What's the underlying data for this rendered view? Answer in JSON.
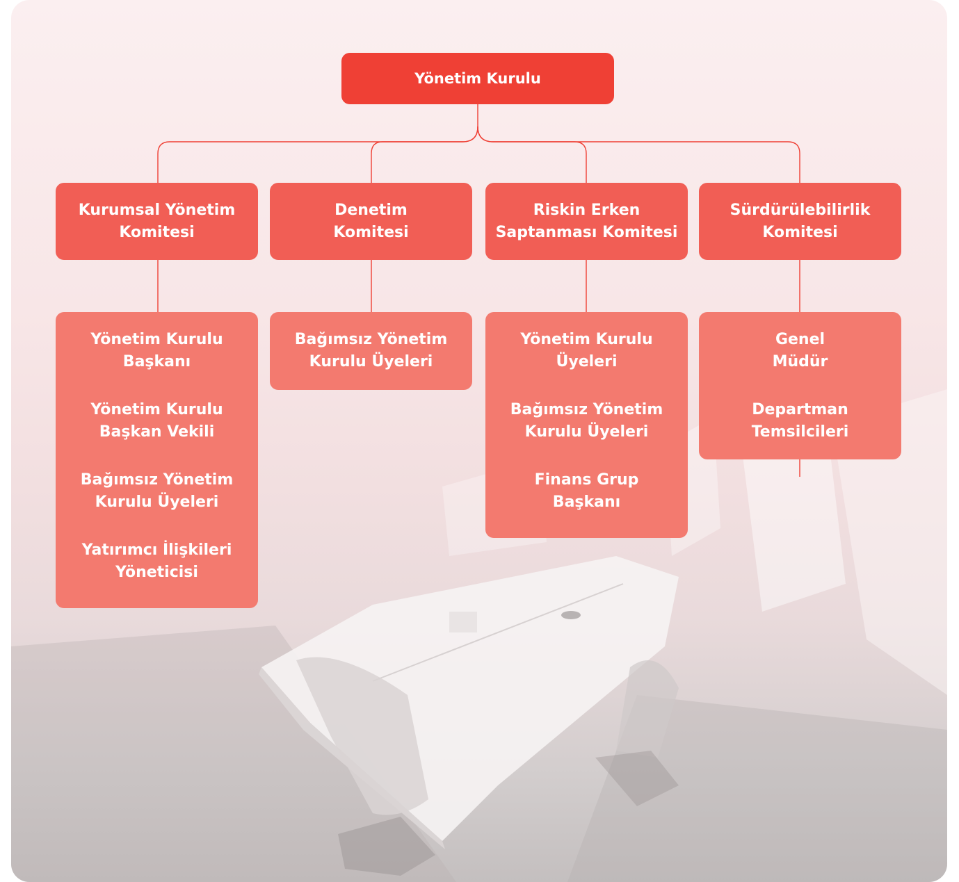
{
  "top": {
    "label": "Yönetim Kurulu"
  },
  "committees": [
    {
      "label": "Kurumsal Yönetim\nKomitesi"
    },
    {
      "label": "Denetim\nKomitesi"
    },
    {
      "label": "Riskin Erken\nSaptanması Komitesi"
    },
    {
      "label": "Sürdürülebilirlik\nKomitesi"
    }
  ],
  "members": [
    {
      "items": [
        "Yönetim Kurulu\nBaşkanı",
        "Yönetim Kurulu\nBaşkan Vekili",
        "Bağımsız Yönetim\nKurulu Üyeleri",
        "Yatırımcı İlişkileri\nYöneticisi"
      ]
    },
    {
      "items": [
        "Bağımsız Yönetim\nKurulu Üyeleri"
      ]
    },
    {
      "items": [
        "Yönetim Kurulu\nÜyeleri",
        "Bağımsız Yönetim\nKurulu Üyeleri",
        "Finans Grup\nBaşkanı"
      ]
    },
    {
      "items": [
        "Genel\nMüdür",
        "Departman\nTemsilcileri"
      ]
    }
  ],
  "colors": {
    "top_box": "#ef4035",
    "committee_box": "#f15e55",
    "member_box": "#f37a6f",
    "connector": "#ef4035"
  }
}
